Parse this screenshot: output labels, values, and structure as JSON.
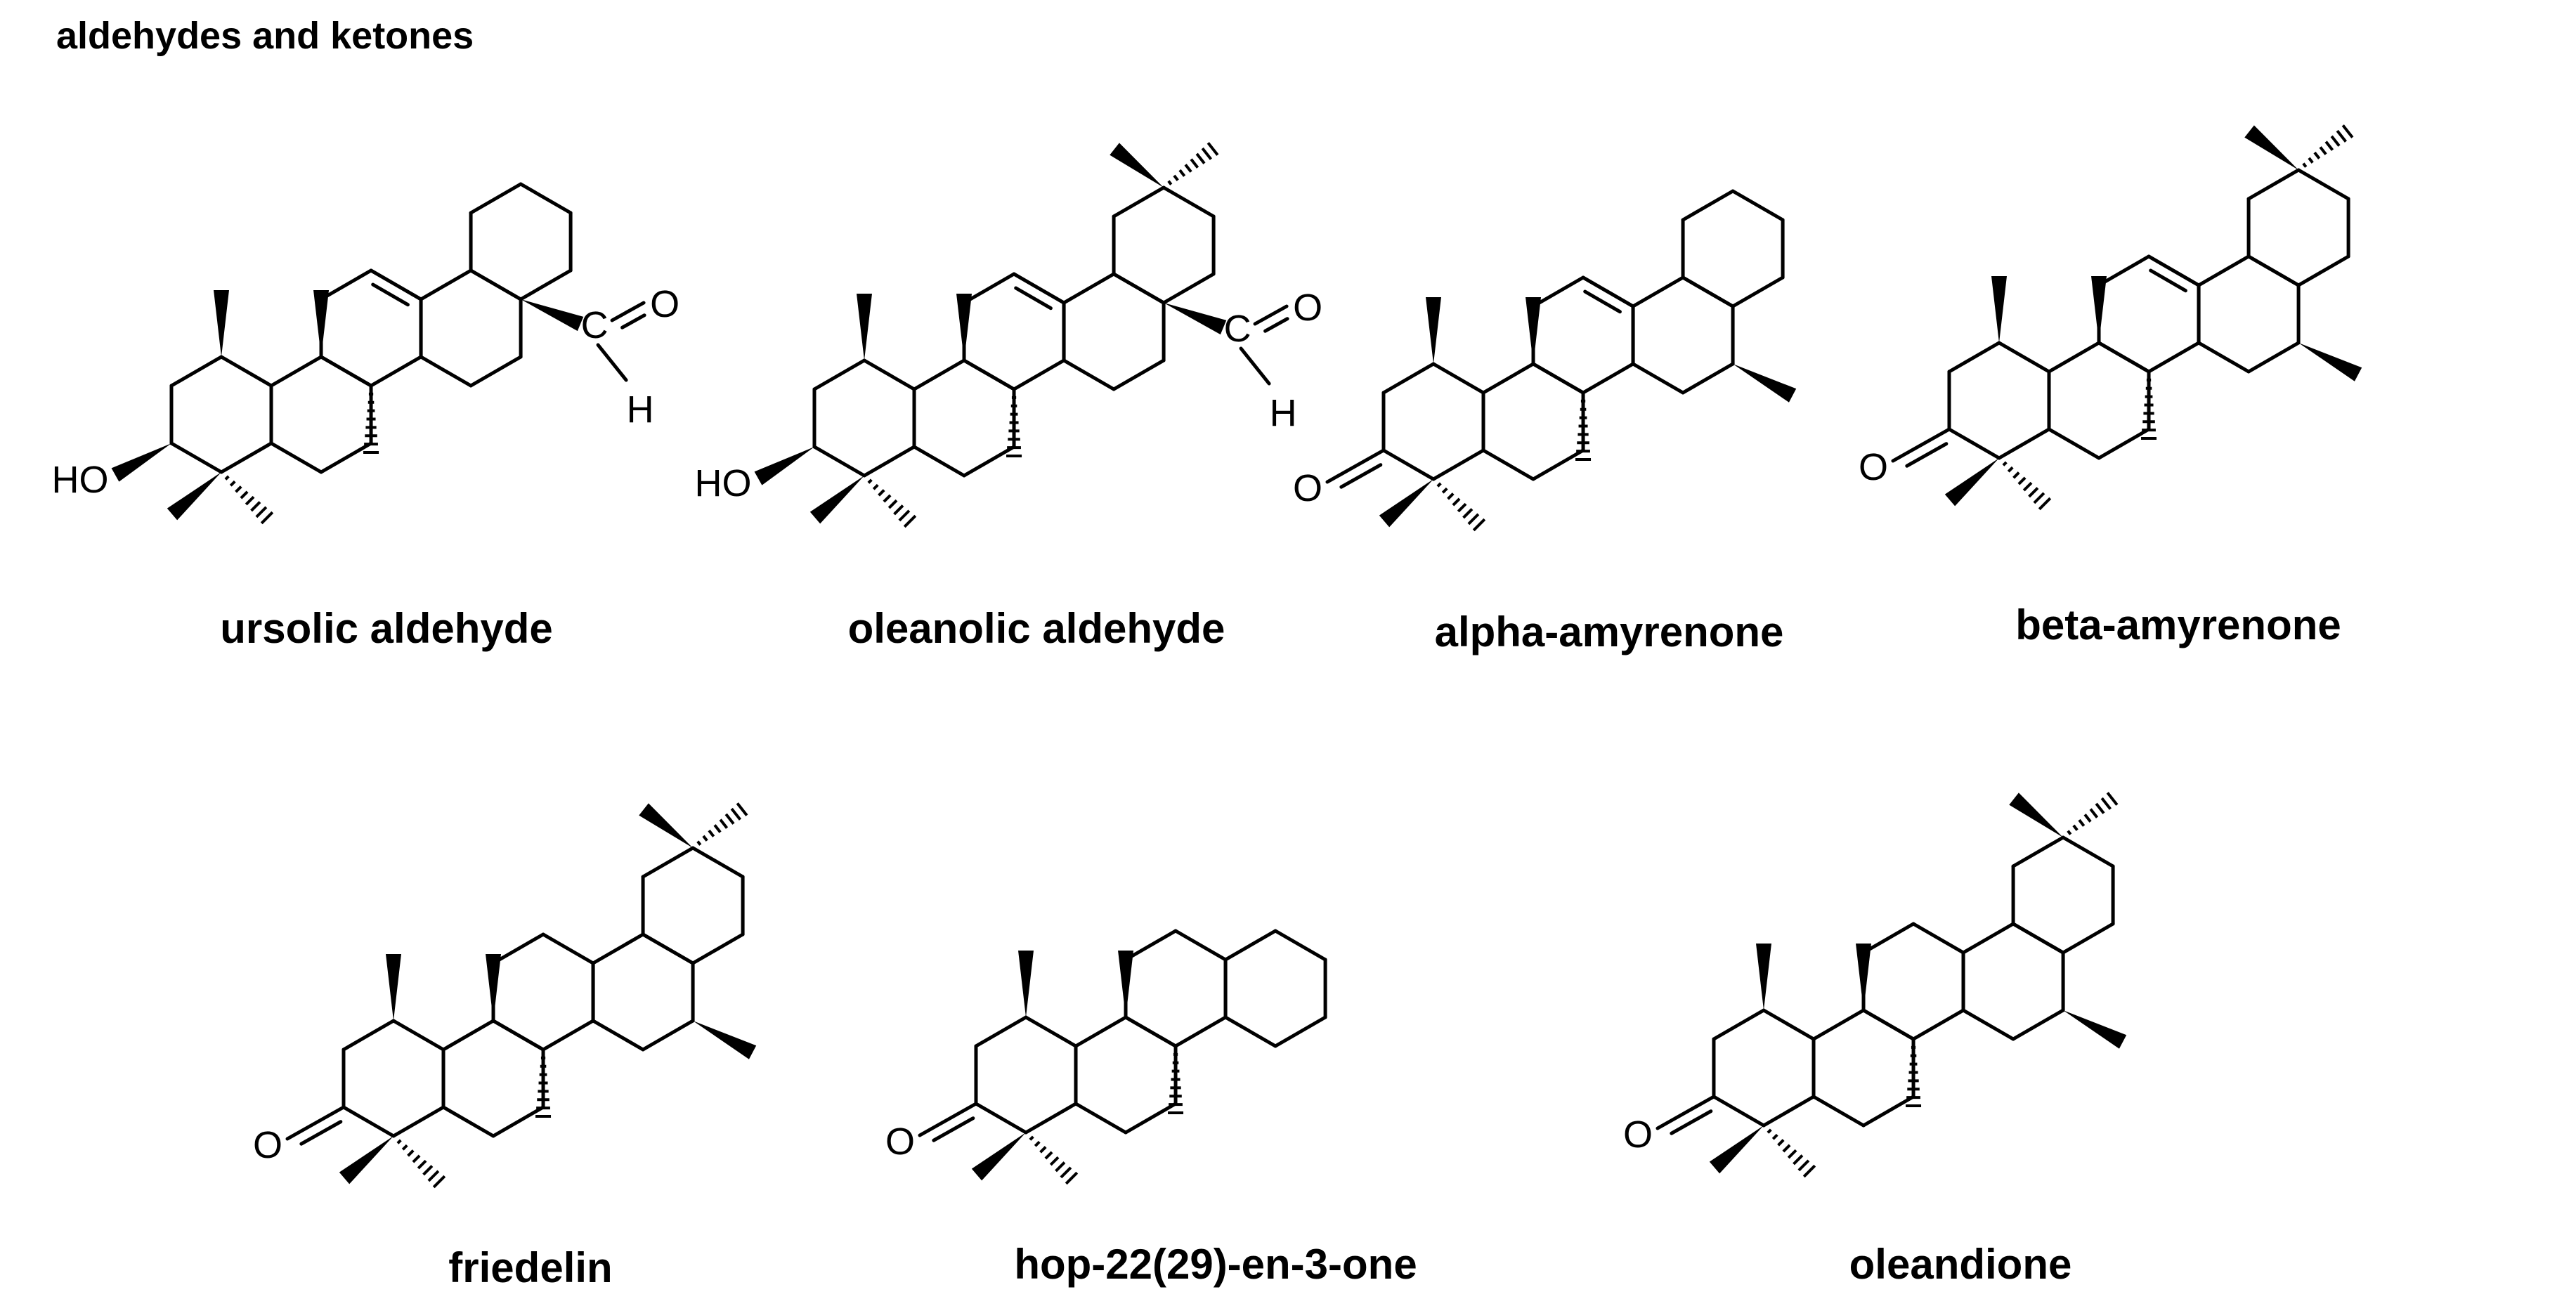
{
  "page": {
    "title": "aldehydes and ketones"
  },
  "compounds": [
    {
      "name": "ursolic aldehyde"
    },
    {
      "name": "oleanolic aldehyde"
    },
    {
      "name": "alpha-amyrenone"
    },
    {
      "name": "beta-amyrenone"
    },
    {
      "name": "friedelin"
    },
    {
      "name": "hop-22(29)-en-3-one"
    },
    {
      "name": "oleandione"
    }
  ],
  "atoms": {
    "oh": "HO",
    "o": "O",
    "c": "C",
    "h": "H"
  },
  "colors": {
    "ink": "#000000",
    "background": "#ffffff"
  }
}
